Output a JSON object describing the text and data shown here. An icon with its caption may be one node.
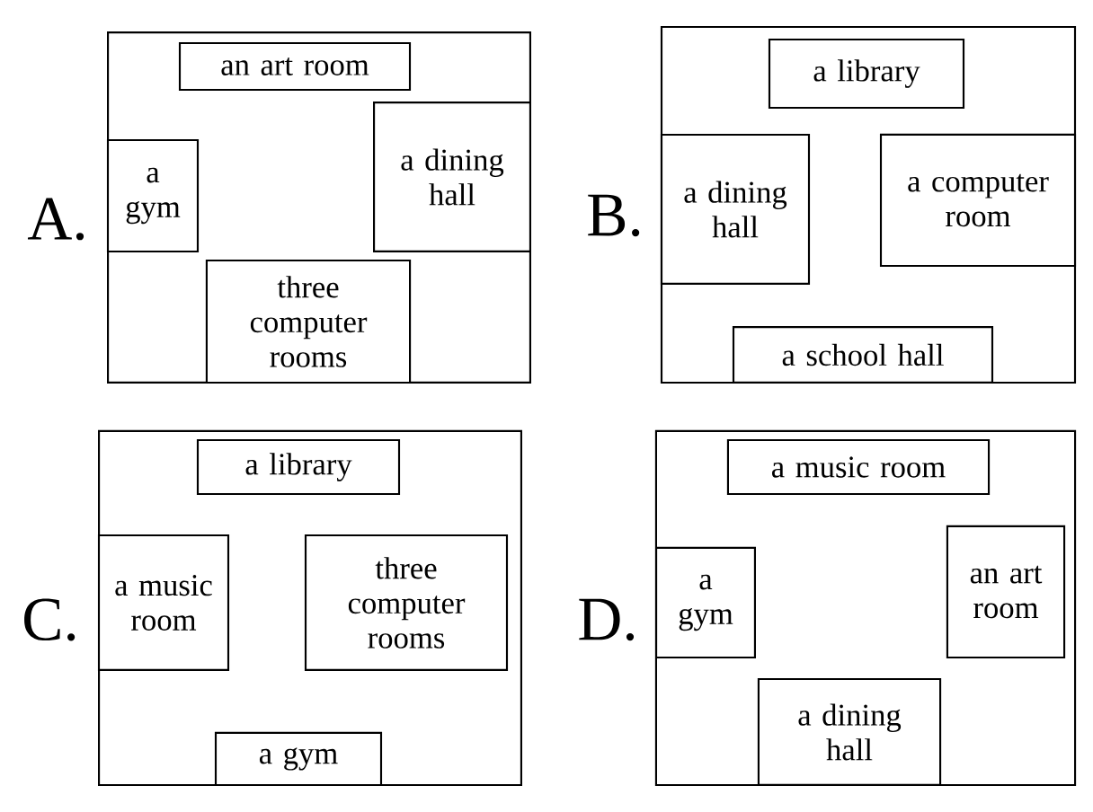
{
  "diagram": {
    "nodes": [
      {
        "text": [],
        "shape": "box"
      },
      {
        "text": [
          "an art room"
        ],
        "in": 0
      },
      {
        "text": [
          "a gym"
        ],
        "in": 0
      },
      {
        "text": [
          "a dining hall"
        ],
        "in": 0
      },
      {
        "text": [
          "three computer rooms"
        ],
        "in": 0
      },
      {
        "text": [],
        "shape": "box"
      },
      {
        "text": [
          "a library"
        ],
        "in": 5
      },
      {
        "text": [
          "a dining hall"
        ],
        "in": 5
      },
      {
        "text": [
          "a computer room"
        ],
        "in": 5
      },
      {
        "text": [
          "a school hall"
        ],
        "in": 5
      },
      {
        "text": [],
        "shape": "box"
      },
      {
        "text": [
          "a library"
        ],
        "in": 10
      },
      {
        "text": [
          "a music room"
        ],
        "in": 10
      },
      {
        "text": [
          "three computer rooms"
        ],
        "in": 10
      },
      {
        "text": [
          "a gym"
        ],
        "in": 10
      },
      {
        "text": [],
        "shape": "box"
      },
      {
        "text": [
          "a music room"
        ],
        "in": 15
      },
      {
        "text": [
          "a gym"
        ],
        "in": 15
      },
      {
        "text": [
          "an art room"
        ],
        "in": 15
      },
      {
        "text": [
          "a dining hall"
        ],
        "in": 15
      }
    ],
    "labels": [
      "A.",
      "B.",
      "C.",
      "D."
    ]
  }
}
